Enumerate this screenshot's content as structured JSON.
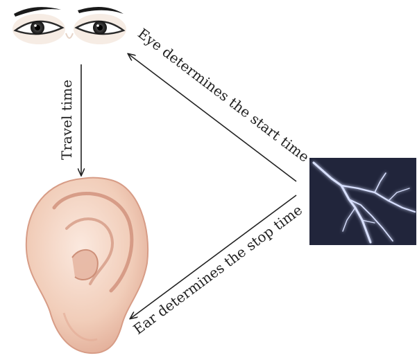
{
  "labels": {
    "travel_time": "Travel time",
    "eye_start": "Eye determines the start time",
    "ear_stop": "Ear determines the stop time"
  },
  "colors": {
    "ink": "#222222",
    "skin": "#f3d6c6",
    "skin_shadow": "#d9a08c",
    "sky": "#1d2134",
    "bolt": "#cfd8ff"
  },
  "icons": [
    "eyes-icon",
    "ear-icon",
    "lightning-icon",
    "arrow-icon"
  ]
}
